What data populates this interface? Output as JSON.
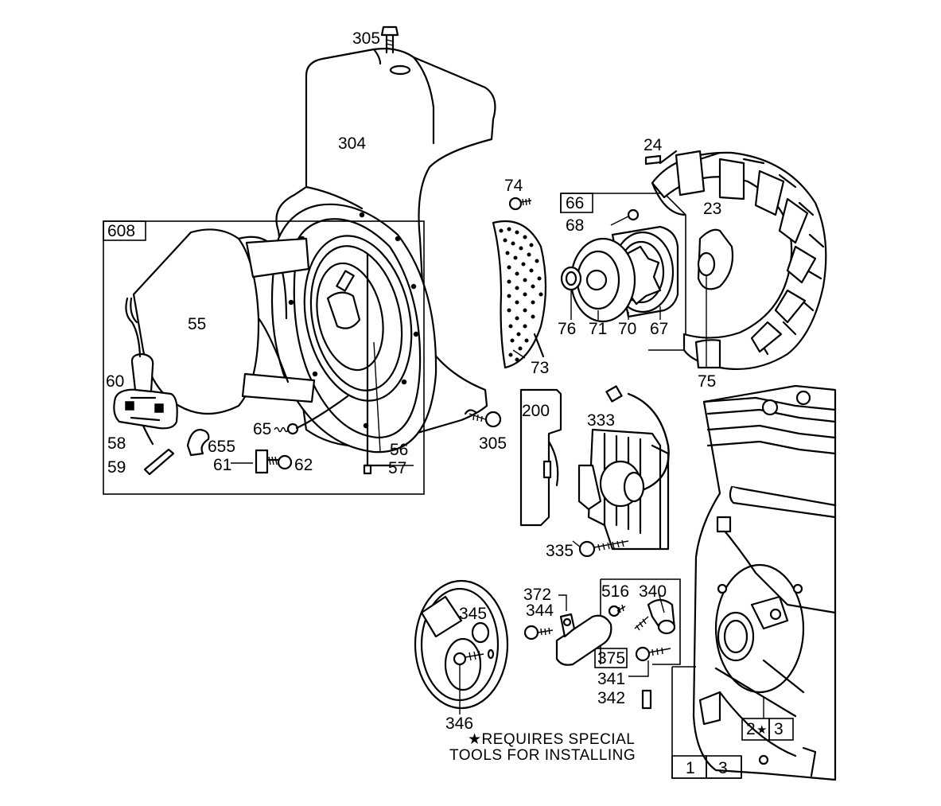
{
  "title": "",
  "labels": {
    "l305a": "305",
    "l304": "304",
    "l24": "24",
    "l74": "74",
    "l66": "66",
    "l68": "68",
    "l23": "23",
    "l608": "608",
    "l55": "55",
    "l60": "60",
    "l76": "76",
    "l71": "71",
    "l70": "70",
    "l67": "67",
    "l73": "73",
    "l75": "75",
    "l200": "200",
    "l333": "333",
    "l65": "65",
    "l305b": "305",
    "l58": "58",
    "l655": "655",
    "l56": "56",
    "l59": "59",
    "l61": "61",
    "l62": "62",
    "l57": "57",
    "l335": "335",
    "l372": "372",
    "l516": "516",
    "l340": "340",
    "l344": "344",
    "l345": "345",
    "l375": "375",
    "l341": "341",
    "l342": "342",
    "l346": "346",
    "l2": "2",
    "l3a": "3",
    "l1": "1",
    "l3b": "3"
  },
  "note": {
    "line1": "★REQUIRES SPECIAL",
    "line2": "TOOLS FOR INSTALLING"
  },
  "star_symbol": "★",
  "colors": {
    "ink": "#000000",
    "paper": "#ffffff"
  }
}
